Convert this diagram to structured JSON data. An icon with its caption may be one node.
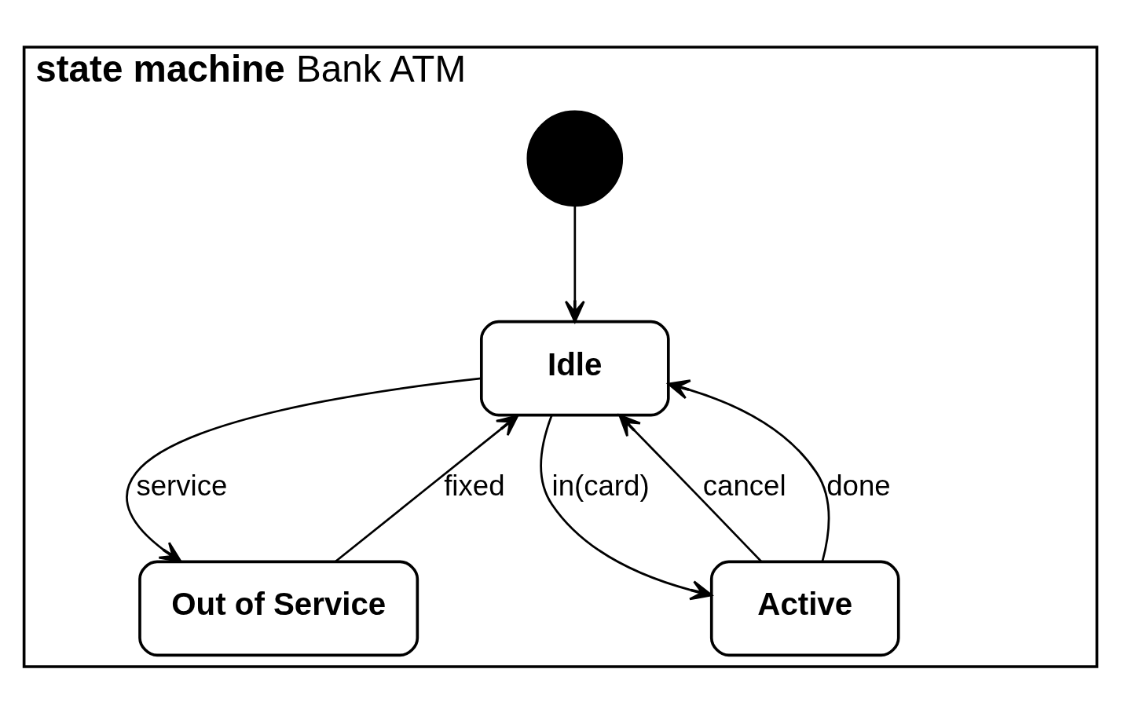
{
  "diagram": {
    "nodes": [
      {
        "text": [
          "**state machine** Bank ATM"
        ]
      },
      {
        "text": [],
        "shape": "circle",
        "in": 0
      },
      {
        "text": [
          "Idle"
        ],
        "in": 0
      },
      {
        "text": [
          "Out of Service"
        ],
        "in": 0
      },
      {
        "text": [
          "Active"
        ],
        "in": 0
      }
    ],
    "edges": [
      {
        "from": 1,
        "to": 2,
        "arrow": "to"
      },
      {
        "from": 2,
        "to": 3,
        "arrow": "to",
        "label": "service"
      },
      {
        "from": 3,
        "to": 2,
        "arrow": "to",
        "label": "fixed"
      },
      {
        "from": 2,
        "to": 4,
        "arrow": "to",
        "label": "in(card)"
      },
      {
        "from": 4,
        "to": 2,
        "arrow": "to",
        "label": "cancel"
      },
      {
        "from": 4,
        "to": 2,
        "arrow": "to",
        "label": "done"
      }
    ]
  }
}
